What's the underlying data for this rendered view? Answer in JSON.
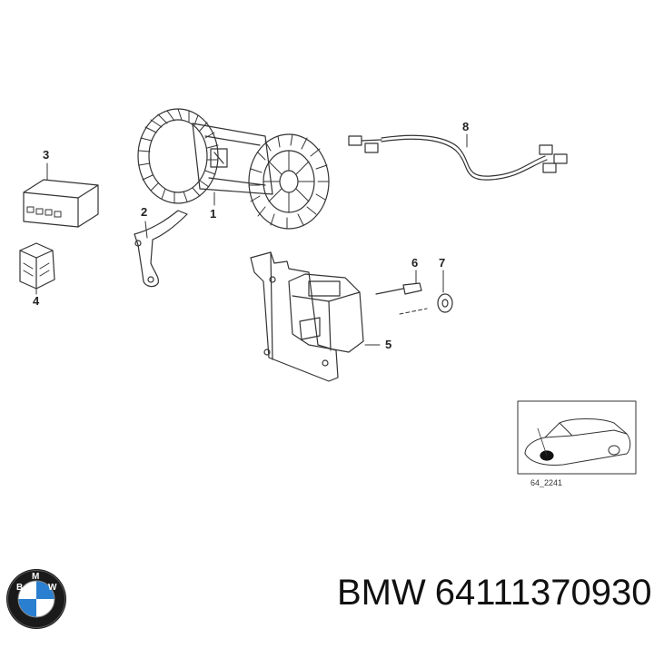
{
  "diagram": {
    "callouts": [
      "1",
      "2",
      "3",
      "4",
      "5",
      "6",
      "7",
      "8"
    ],
    "reference_code": "64_2241"
  },
  "caption": {
    "brand": "BMW",
    "part_number": "64111370930"
  },
  "logo": {
    "letters": [
      "B",
      "M",
      "W"
    ],
    "colors": {
      "blue": "#2a7fd0",
      "white": "#ffffff",
      "ring": "#1a1a1a"
    }
  },
  "colors": {
    "line": "#333333",
    "background": "#ffffff"
  }
}
